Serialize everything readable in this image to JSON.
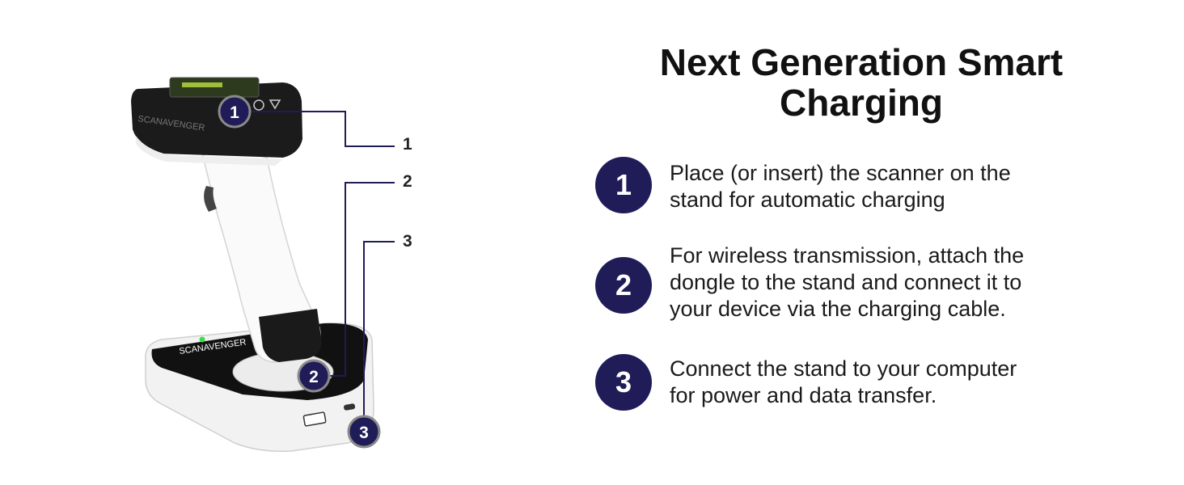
{
  "title": "Next Generation Smart Charging",
  "brand": "SCANAVENGER",
  "colors": {
    "badge": "#1f1c58",
    "leader_line": "#1f1c58",
    "led": "#3ddc4a"
  },
  "callouts": [
    {
      "number": "1"
    },
    {
      "number": "2"
    },
    {
      "number": "3"
    }
  ],
  "steps": [
    {
      "number": "1",
      "text": "Place (or insert) the scanner on the\nstand for automatic charging"
    },
    {
      "number": "2",
      "text": "For wireless transmission, attach the\ndongle to the stand and connect it to\nyour device via the charging cable."
    },
    {
      "number": "3",
      "text": "Connect the stand to your computer\nfor power and data transfer."
    }
  ]
}
